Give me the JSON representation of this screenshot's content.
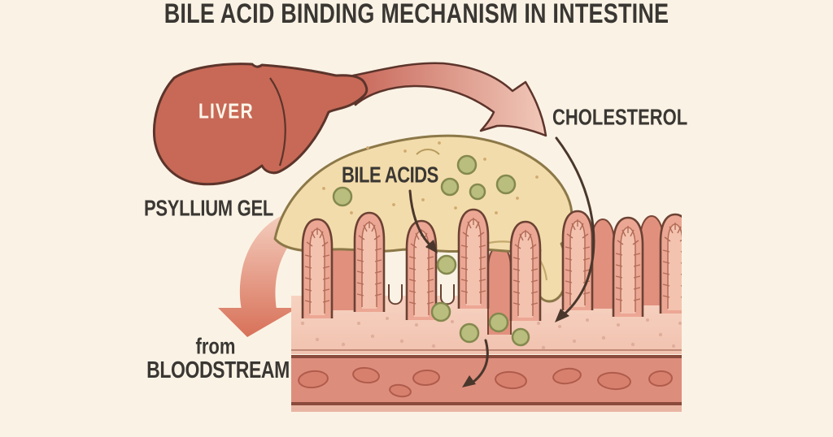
{
  "title": "BILE ACID BINDING MECHANISM IN INTESTINE",
  "labels": {
    "liver": "LIVER",
    "cholesterol": "CHOLESTEROL",
    "bile_acids": "BILE ACIDS",
    "psyllium_gel": "PSYLLIUM GEL",
    "from": "from",
    "bloodstream": "BLOODSTREAM"
  },
  "colors": {
    "background": "#faf3e5",
    "text": "#3a3733",
    "liver": "#c76956",
    "liver_outline": "#5c342b",
    "gel": "#f3dcab",
    "gel_outline": "#8c7848",
    "bile_acid_dot": "#b9bd7d",
    "bile_acid_dot_outline": "#84894e",
    "villus_fill": "#eca794",
    "villus_outline": "#6b4234",
    "villus_inner": "#f4c3b0",
    "tissue": "#f3cab9",
    "vessel": "#dd8d7c",
    "vessel_border": "#8a4a3c",
    "blood_cell": "#d7806e",
    "thin_arrow": "#4a372c",
    "flow_arrow_start": "#c8685a",
    "flow_arrow_end": "#f1c9ba",
    "pink_arrow_start": "#f5d0c0",
    "pink_arrow_end": "#d76f57"
  }
}
